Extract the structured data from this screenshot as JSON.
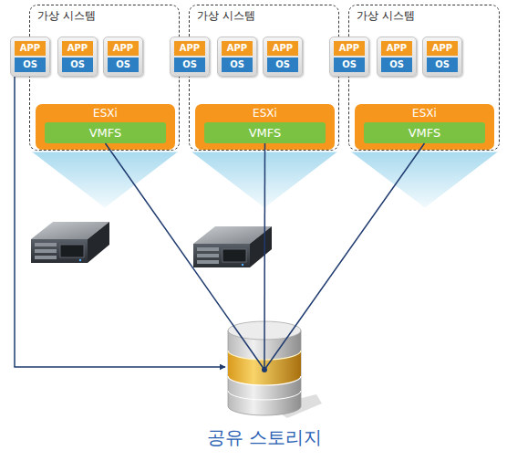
{
  "diagram": {
    "nodes": [
      {
        "text": [
          "가상 시스템"
        ]
      },
      {
        "text": [
          "APP",
          "OS"
        ],
        "in": 0
      },
      {
        "text": [
          "APP",
          "OS"
        ],
        "in": 0
      },
      {
        "text": [
          "APP",
          "OS"
        ],
        "in": 0
      },
      {
        "text": [
          "ESXi"
        ],
        "in": 0
      },
      {
        "text": [
          "VMFS"
        ],
        "in": 4
      },
      {
        "text": [
          "가상 시스템"
        ]
      },
      {
        "text": [
          "APP",
          "OS"
        ],
        "in": 6
      },
      {
        "text": [
          "APP",
          "OS"
        ],
        "in": 6
      },
      {
        "text": [
          "APP",
          "OS"
        ],
        "in": 6
      },
      {
        "text": [
          "ESXi"
        ],
        "in": 6
      },
      {
        "text": [
          "VMFS"
        ],
        "in": 10
      },
      {
        "text": [
          "가상 시스템"
        ]
      },
      {
        "text": [
          "APP",
          "OS"
        ],
        "in": 12
      },
      {
        "text": [
          "APP",
          "OS"
        ],
        "in": 12
      },
      {
        "text": [
          "APP",
          "OS"
        ],
        "in": 12
      },
      {
        "text": [
          "ESXi"
        ],
        "in": 12
      },
      {
        "text": [
          "VMFS"
        ],
        "in": 16
      },
      {
        "text": [
          "공유 스토리지"
        ]
      }
    ],
    "edges": [
      {
        "from": 5,
        "to": 18,
        "arrow": "none"
      },
      {
        "from": 11,
        "to": 18,
        "arrow": "none"
      },
      {
        "from": 17,
        "to": 18,
        "arrow": "none"
      },
      {
        "from": 1,
        "to": 18,
        "arrow": "to"
      }
    ]
  }
}
